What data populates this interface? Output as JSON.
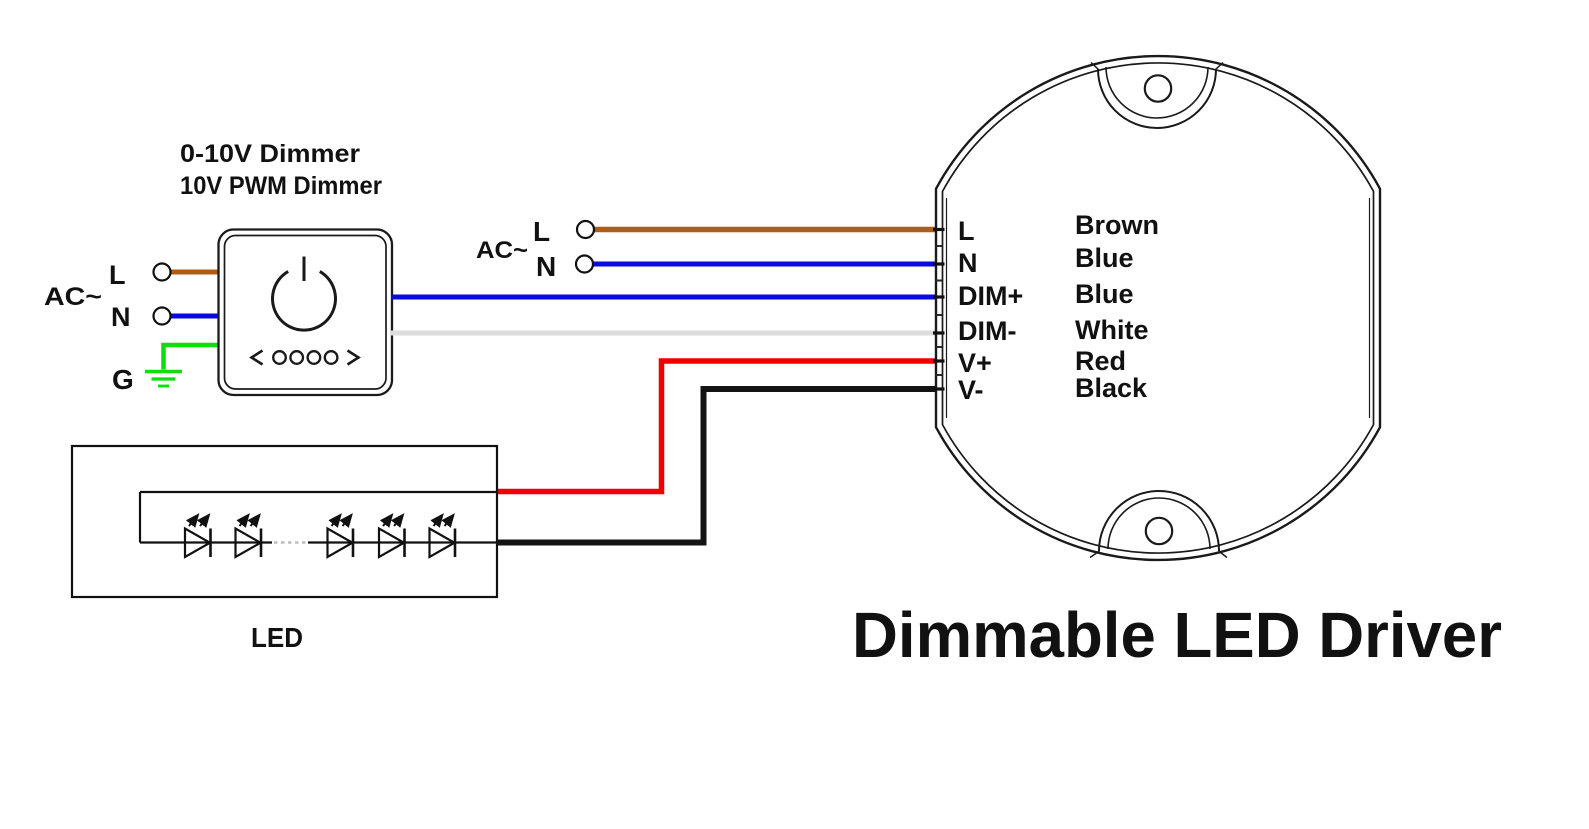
{
  "diagram_title": "Dimmable LED Driver",
  "dimmer": {
    "title_line1": "0-10V Dimmer",
    "title_line2": "10V PWM Dimmer",
    "ac_input": {
      "label": "AC~",
      "live": "L",
      "neutral": "N",
      "ground": "G"
    }
  },
  "driver_ac_input": {
    "label": "AC~",
    "live": "L",
    "neutral": "N"
  },
  "driver": {
    "terminals": [
      {
        "name": "L",
        "wire_color_name": "Brown"
      },
      {
        "name": "N",
        "wire_color_name": "Blue"
      },
      {
        "name": "DIM+",
        "wire_color_name": "Blue"
      },
      {
        "name": "DIM-",
        "wire_color_name": "White"
      },
      {
        "name": "V+",
        "wire_color_name": "Red"
      },
      {
        "name": "V-",
        "wire_color_name": "Black"
      }
    ]
  },
  "led_module": {
    "label": "LED",
    "diode_symbols_shown": 5
  },
  "colors": {
    "wire_brown": "#b05c14",
    "wire_blue": "#0a0ae0",
    "wire_green": "#0ce00c",
    "wire_white": "#dcdcdc",
    "wire_red": "#ee0000",
    "wire_black": "#141414",
    "label_gray": "#8a8a8a"
  }
}
